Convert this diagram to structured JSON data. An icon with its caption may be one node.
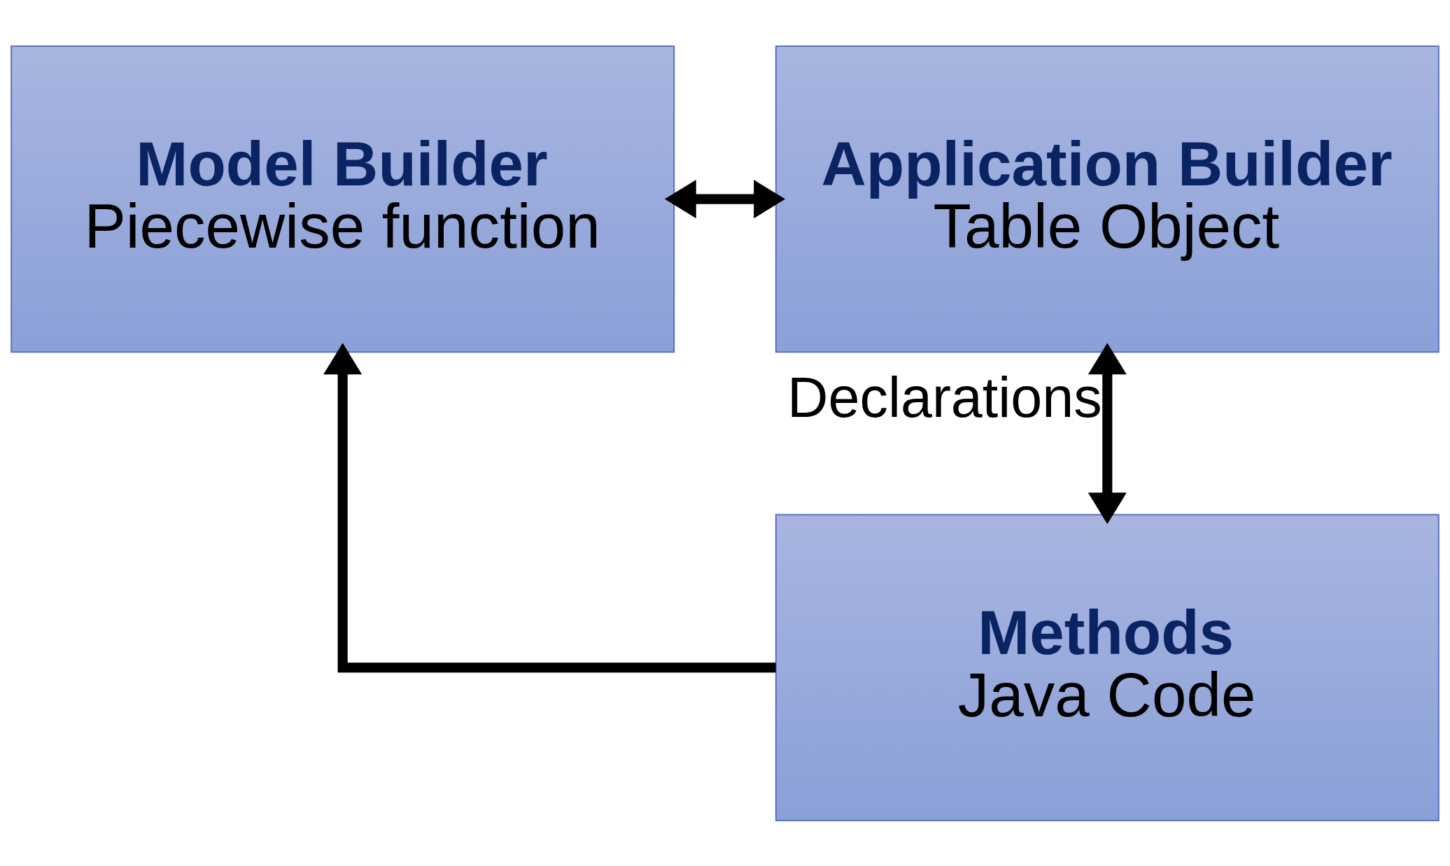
{
  "diagram": {
    "nodes": [
      {
        "text": [
          "Model Builder",
          "Piecewise function"
        ]
      },
      {
        "text": [
          "Application Builder",
          "Table Object"
        ]
      },
      {
        "text": [
          "Methods",
          "Java Code"
        ]
      }
    ],
    "edges": [
      {
        "from": 0,
        "to": 1,
        "arrow": "both"
      },
      {
        "from": 1,
        "to": 2,
        "arrow": "both",
        "label": "Declarations"
      },
      {
        "from": 2,
        "to": 0,
        "arrow": "to"
      }
    ]
  }
}
